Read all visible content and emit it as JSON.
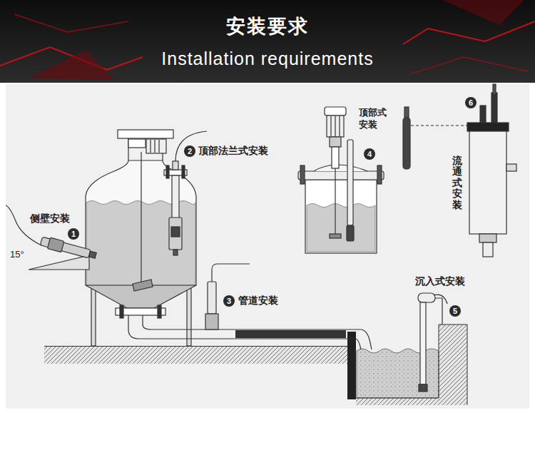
{
  "diagram": {
    "title": "安装要求",
    "labels": [
      "Installation requirements",
      "侧壁安装",
      "1",
      "15°",
      "2",
      "顶部法兰式安装",
      "顶部式 安装",
      "4",
      "6",
      "流通式安装",
      "3",
      "管道安装",
      "沉入式安装",
      "5"
    ]
  }
}
